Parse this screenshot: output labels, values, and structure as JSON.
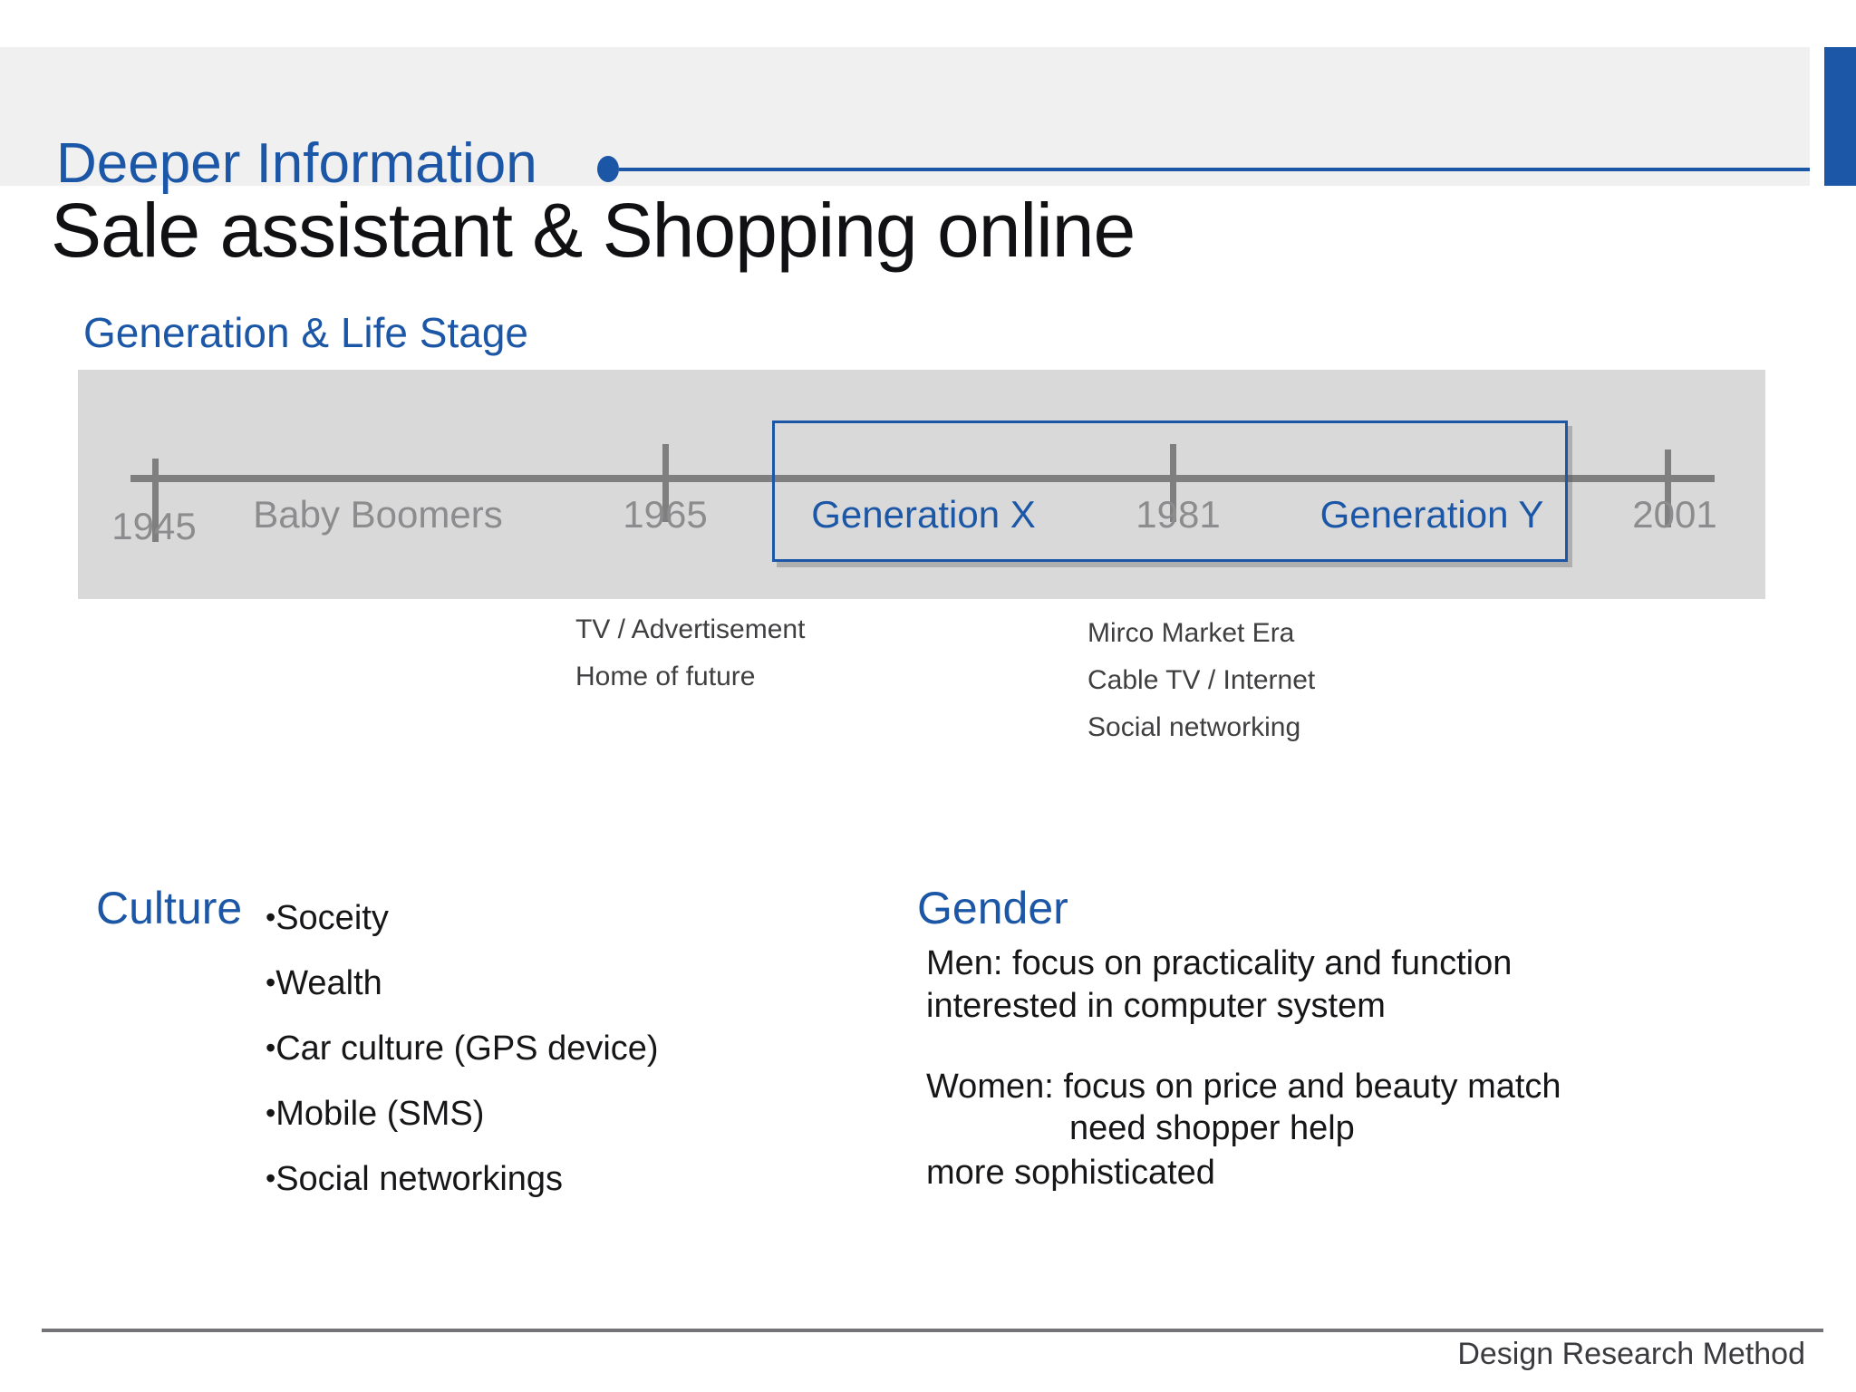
{
  "colors": {
    "accent_blue": "#1b57a6",
    "header_band_gray": "#f0f0f1",
    "timeline_box_gray": "#d9d9d9",
    "timeline_line_gray": "#7f7f7f",
    "timeline_label_gray": "#8c8c8e",
    "annotation_gray": "#3f3f41",
    "body_text": "#161618",
    "footer_line_gray": "#737378",
    "footer_text_gray": "#3b3b3f"
  },
  "header": {
    "label": "Deeper Information"
  },
  "title": "Sale assistant & Shopping online",
  "generation": {
    "heading": "Generation & Life Stage",
    "timeline": {
      "years": [
        "1945",
        "1965",
        "1981",
        "2001"
      ],
      "groups": [
        {
          "text": "Baby Boomers",
          "highlight": false
        },
        {
          "text": "Generation X",
          "highlight": true
        },
        {
          "text": "Generation Y",
          "highlight": true
        }
      ]
    },
    "annotations": {
      "col_1965": [
        "TV / Advertisement",
        "Home of future"
      ],
      "col_1981": [
        "Mirco Market Era",
        "Cable TV / Internet",
        "Social networking"
      ]
    }
  },
  "culture": {
    "heading": "Culture",
    "bullet": "•",
    "items": [
      "Soceity",
      "Wealth",
      "Car culture (GPS device)",
      "Mobile (SMS)",
      "Social networkings"
    ]
  },
  "gender": {
    "heading": "Gender",
    "lines": [
      "Men: focus on practicality and function",
      "interested in computer system",
      "Women: focus on price and beauty match",
      "need shopper help",
      "more sophisticated"
    ]
  },
  "footer": {
    "text": "Design Research Method"
  }
}
